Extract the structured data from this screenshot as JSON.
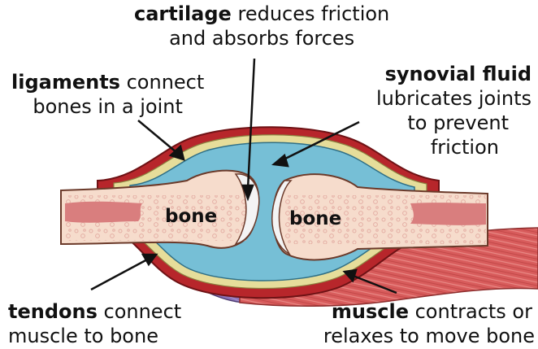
{
  "labels": {
    "cartilage": {
      "term": "cartilage",
      "line1_rest": " reduces friction",
      "line2": "and absorbs forces"
    },
    "ligaments": {
      "term": "ligaments",
      "line1_rest": " connect",
      "line2": "bones in a joint"
    },
    "synovial": {
      "term": "synovial fluid",
      "line2": "lubricates joints",
      "line3": "to prevent",
      "line4": "friction"
    },
    "tendons": {
      "term": "tendons",
      "line1_rest": " connect",
      "line2": "muscle to bone"
    },
    "muscle": {
      "term": "muscle",
      "line1_rest": " contracts or",
      "line2": "relaxes to move bone"
    }
  },
  "bones": {
    "left": "bone",
    "right": "bone"
  },
  "colors": {
    "bone": "#f6dccc",
    "bone_spot": "#e9a9a5",
    "marrow": "#d97e7e",
    "synovial": "#76bfd6",
    "cartilage": "#f4f4f4",
    "ligament": "#b7262b",
    "capsule_yellow": "#e6dd9a",
    "tendon": "#7c64a8",
    "muscle": "#d45a5a"
  }
}
